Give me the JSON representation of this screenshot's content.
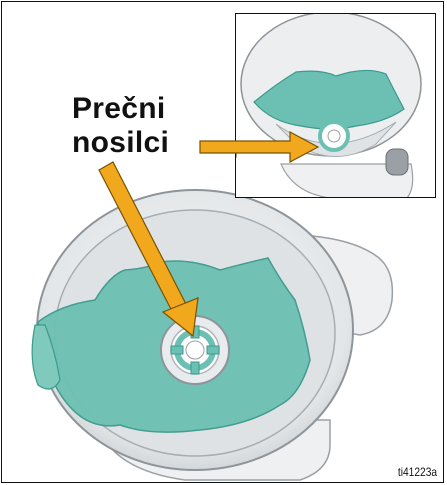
{
  "callout": {
    "line1": "Prečni",
    "line2": "nosilci"
  },
  "figure_id": "ti41223a",
  "colors": {
    "fluid": "#6cc0b3",
    "fluid_edge": "#3a9a8c",
    "arrow": "#f2a81d",
    "arrow_edge": "#7a5200",
    "hopper": "#e6e8ea",
    "outline": "#9aa0a5"
  }
}
